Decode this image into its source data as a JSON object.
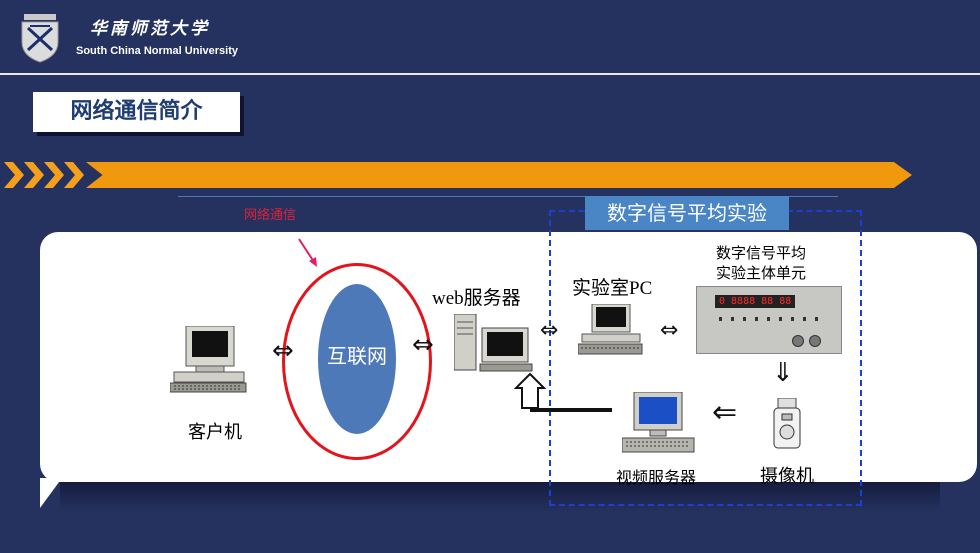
{
  "header": {
    "university_cn": "华南师范大学",
    "university_en": "South China Normal University"
  },
  "slide": {
    "title": "网络通信简介"
  },
  "diagram": {
    "red_label": "网络通信",
    "internet_label": "互联网",
    "client_label": "客户机",
    "web_server_label": "web服务器",
    "lab_pc_label": "实验室PC",
    "experiment_title": "数字信号平均实验",
    "unit_label_line1": "数字信号平均",
    "unit_label_line2": "实验主体单元",
    "video_server_label": "视频服务器",
    "camera_label": "摄像机",
    "panel_display": "0 8888 88 88"
  },
  "colors": {
    "background": "#25325f",
    "accent_orange": "#f0980e",
    "title_text": "#1f3d70",
    "internet_fill": "#4e79b8",
    "ring_red": "#e3141c",
    "dashed_border": "#1c3fd0"
  }
}
